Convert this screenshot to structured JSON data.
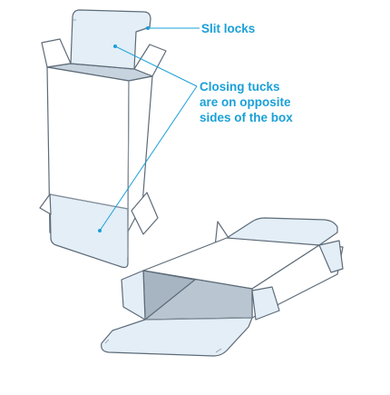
{
  "callouts": {
    "slit_locks": "Slit locks",
    "closing_tucks_line1": "Closing tucks",
    "closing_tucks_line2": "are on opposite",
    "closing_tucks_line3": "sides of the box"
  },
  "colors": {
    "callout": "#1aa0d8",
    "outline": "#5d6b78",
    "panel_light": "#ffffff",
    "panel_blue": "#e3eef7",
    "interior_shade": "#b9c6d2"
  }
}
